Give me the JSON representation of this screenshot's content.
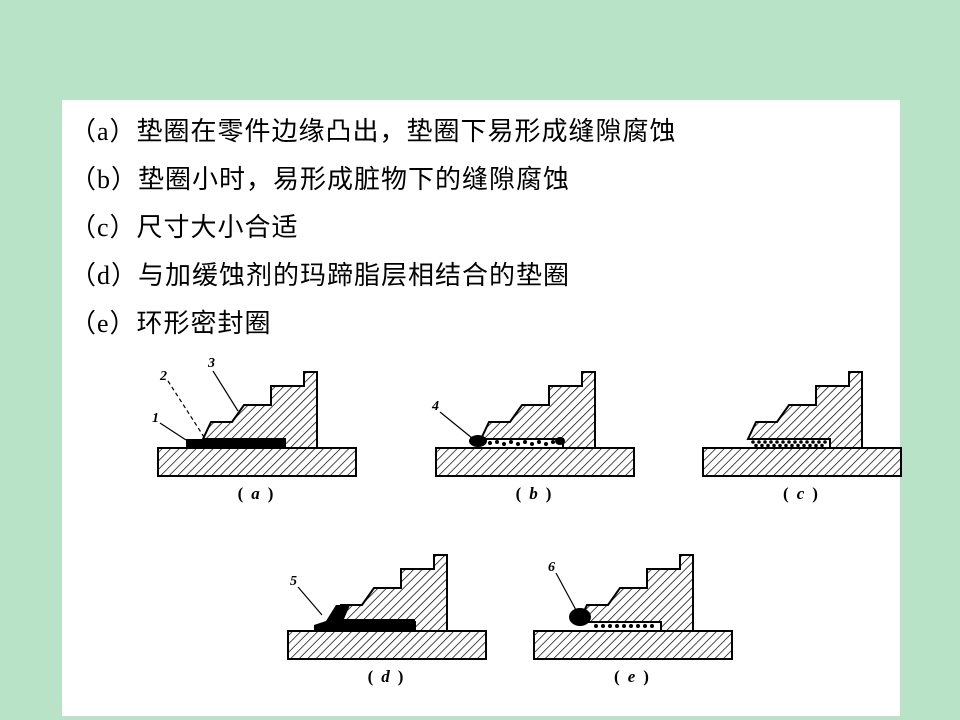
{
  "slide": {
    "background_color": "#b9e3c6",
    "panel_color": "#ffffff",
    "text_color": "#000000"
  },
  "caption_list": [
    {
      "text": "（a）垫圈在零件边缘凸出，垫圈下易形成缝隙腐蚀"
    },
    {
      "text": "（b）垫圈小时，易形成脏物下的缝隙腐蚀"
    },
    {
      "text": "（c）尺寸大小合适"
    },
    {
      "text": "（d）与加缓蚀剂的玛蹄脂层相结合的垫圈"
    },
    {
      "text": "（e）环形密封圈"
    }
  ],
  "figures": [
    {
      "caption_open": "(",
      "caption_letter": "a",
      "caption_close": ")",
      "callouts": [
        "1",
        "2",
        "3"
      ]
    },
    {
      "caption_open": "(",
      "caption_letter": "b",
      "caption_close": ")",
      "callouts": [
        "4"
      ]
    },
    {
      "caption_open": "(",
      "caption_letter": "c",
      "caption_close": ")",
      "callouts": []
    },
    {
      "caption_open": "(",
      "caption_letter": "d",
      "caption_close": ")",
      "callouts": [
        "5"
      ]
    },
    {
      "caption_open": "(",
      "caption_letter": "e",
      "caption_close": ")",
      "callouts": [
        "6"
      ]
    }
  ]
}
